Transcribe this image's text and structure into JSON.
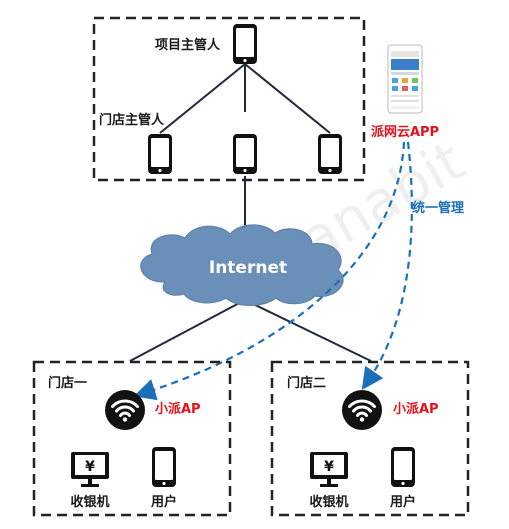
{
  "headquarters": {
    "project_manager_label": "项目主管人",
    "store_manager_label": "门店主管人"
  },
  "app": {
    "label": "派网云APP",
    "label_color": "#e8101a"
  },
  "management_label": "统一管理",
  "management_color": "#1b6fb8",
  "cloud": {
    "label": "Internet",
    "color": "#6a8fb8"
  },
  "watermark": "Panabit",
  "stores": [
    {
      "name": "门店一",
      "ap_label": "小派AP",
      "cashier_label": "收银机",
      "user_label": "用户"
    },
    {
      "name": "门店二",
      "ap_label": "小派AP",
      "cashier_label": "收银机",
      "user_label": "用户"
    }
  ]
}
